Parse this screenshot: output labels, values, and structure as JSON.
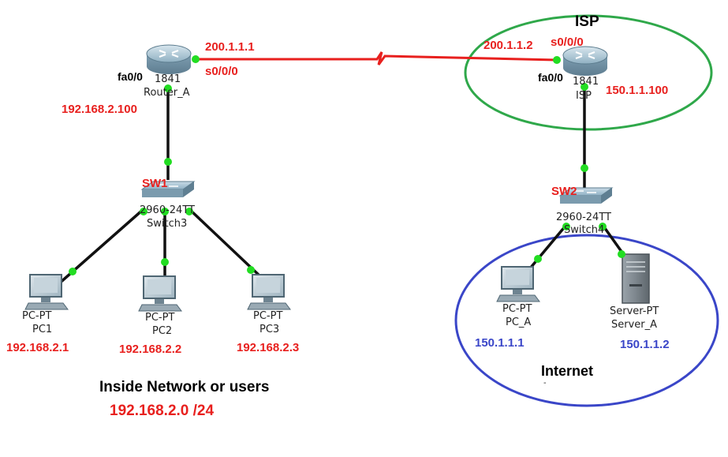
{
  "colors": {
    "link_serial": "#e8201e",
    "link_ethernet": "#111111",
    "port_up": "#22dd22",
    "isp_circle": "#2fa84a",
    "internet_circle": "#3a46c8",
    "ip_red": "#e8201e",
    "ip_blue": "#3a46c8"
  },
  "router_a": {
    "model": "1841",
    "name": "Router_A",
    "fa_port": "fa0/0",
    "serial_port": "s0/0/0",
    "serial_ip": "200.1.1.1",
    "fa_ip": "192.168.2.100"
  },
  "isp": {
    "circle_label": "ISP",
    "model": "1841",
    "name": "ISP",
    "fa_port": "fa0/0",
    "serial_port": "s0/0/0",
    "serial_ip": "200.1.1.2",
    "fa_ip": "150.1.1.100"
  },
  "sw1": {
    "tag": "SW1",
    "model": "2960-24TT",
    "name": "Switch3"
  },
  "sw2": {
    "tag": "SW2",
    "model": "2960-24TT",
    "name": "Switch4"
  },
  "pcs": [
    {
      "model": "PC-PT",
      "name": "PC1",
      "ip": "192.168.2.1"
    },
    {
      "model": "PC-PT",
      "name": "PC2",
      "ip": "192.168.2.2"
    },
    {
      "model": "PC-PT",
      "name": "PC3",
      "ip": "192.168.2.3"
    }
  ],
  "internet": {
    "label": "Internet",
    "mark": "-",
    "pc": {
      "model": "PC-PT",
      "name": "PC_A",
      "ip": "150.1.1.1"
    },
    "server": {
      "model": "Server-PT",
      "name": "Server_A",
      "ip": "150.1.1.2"
    }
  },
  "inside": {
    "title": "Inside Network or users",
    "subnet": "192.168.2.0 /24"
  }
}
